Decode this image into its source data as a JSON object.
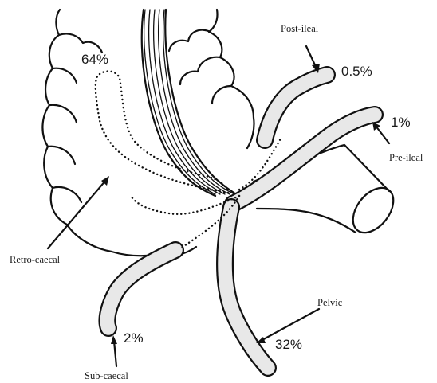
{
  "positions": [
    {
      "id": "retro",
      "label": "Retro-caecal",
      "percent": "64%"
    },
    {
      "id": "pelvic",
      "label": "Pelvic",
      "percent": "32%"
    },
    {
      "id": "subcaecal",
      "label": "Sub-caecal",
      "percent": "2%"
    },
    {
      "id": "preileal",
      "label": "Pre-ileal",
      "percent": "1%"
    },
    {
      "id": "postileal",
      "label": "Post-ileal",
      "percent": "0.5%"
    }
  ]
}
